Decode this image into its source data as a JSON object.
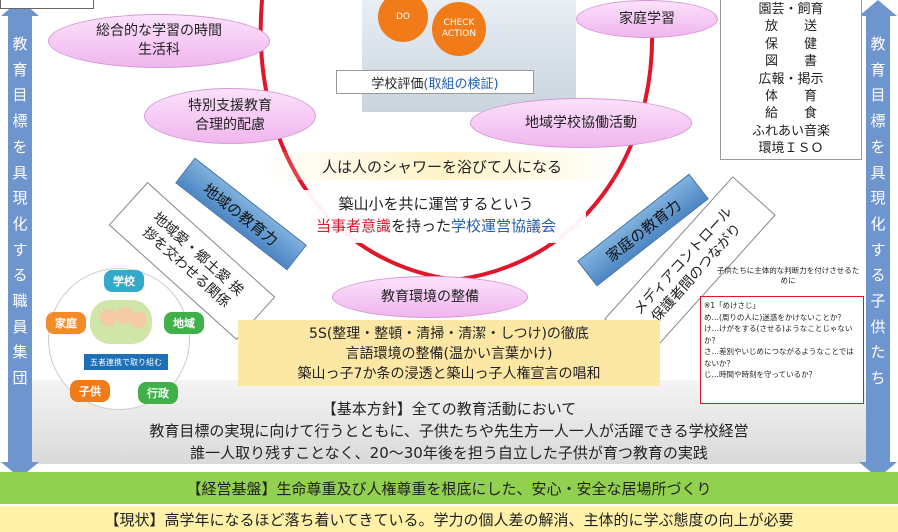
{
  "left_bar": {
    "text": "教育目標を具現化する職員集団"
  },
  "right_bar": {
    "text": "教育目標を具現化する子供たち"
  },
  "gears": {
    "do": "DO",
    "check": "CHECK ACTION"
  },
  "ellipses": {
    "sogo": "総合的な学習の時間 生活科",
    "tokubetsu": "特別支援教育 合理的配慮",
    "katei": "家庭学習",
    "chiiki": "地域学校協働活動",
    "kankyo": "教育環境の整備"
  },
  "school_eval": {
    "prefix": "学校評価",
    "highlight": "(取組の検証)"
  },
  "activities": {
    "rows": [
      "園芸・飼育",
      "放　　送",
      "保　　健",
      "図　　書",
      "広報・掲示",
      "体　　育",
      "給　　食",
      "ふれあい音楽",
      "環境ＩＳＯ"
    ]
  },
  "center": {
    "shower": "人は人のシャワーを浴びて人になる",
    "line1": "築山小を共に運営するという",
    "red_part": "当事者意識",
    "mid_part": "を持った",
    "blue_part": "学校運営協議会"
  },
  "left_side": {
    "tab": "地域の教育力",
    "slant": "地域愛・郷土愛 挨拶を交わせる関係"
  },
  "right_side": {
    "tab": "家庭の教育力",
    "slant": "メディアコントロール 保護者間のつながり"
  },
  "collab": {
    "school": "学校",
    "home": "家庭",
    "community": "地域",
    "child": "子供",
    "admin": "行政",
    "banner": "五者連携で取り組む"
  },
  "judgment": {
    "title": "子供たちに主体的な判断力を付けさせるために",
    "lines": [
      "※1「めけさじ」",
      "め…(周りの人に)迷惑をかけないことか？",
      "け…けがをする(させる)ようなことじゃないか？",
      "さ…差別やいじめにつながるようなことではないか？",
      "じ…時間や時刻を守っているか？"
    ]
  },
  "yellow": {
    "line1": "5S(整理・整頓・清掃・清潔・しつけ)の徹底",
    "line2": "言語環境の整備(温かい言葉かけ)",
    "line3": "築山っ子7か条の浸透と築山っ子人権宣言の唱和"
  },
  "policy": {
    "line1": "【基本方針】全ての教育活動において",
    "line2": "教育目標の実現に向けて行うとともに、子供たちや先生方一人一人が活躍できる学校経営",
    "line3": "誰一人取り残すことなく、20～30年後を担う自立した子供が育つ教育の実践"
  },
  "base": "【経営基盤】生命尊重及び人権尊重を根底にした、安心・安全な居場所づくり",
  "status": "【現状】高学年になるほど落ち着いてきている。学力の個人差の解消、主体的に学ぶ態度の向上が必要",
  "colors": {
    "bar_blue": "#6f95cf",
    "green_band": "#92d050",
    "status_yellow": "#fff2a8",
    "red_curve": "#e0162b",
    "gear_orange": "#f07b18"
  }
}
